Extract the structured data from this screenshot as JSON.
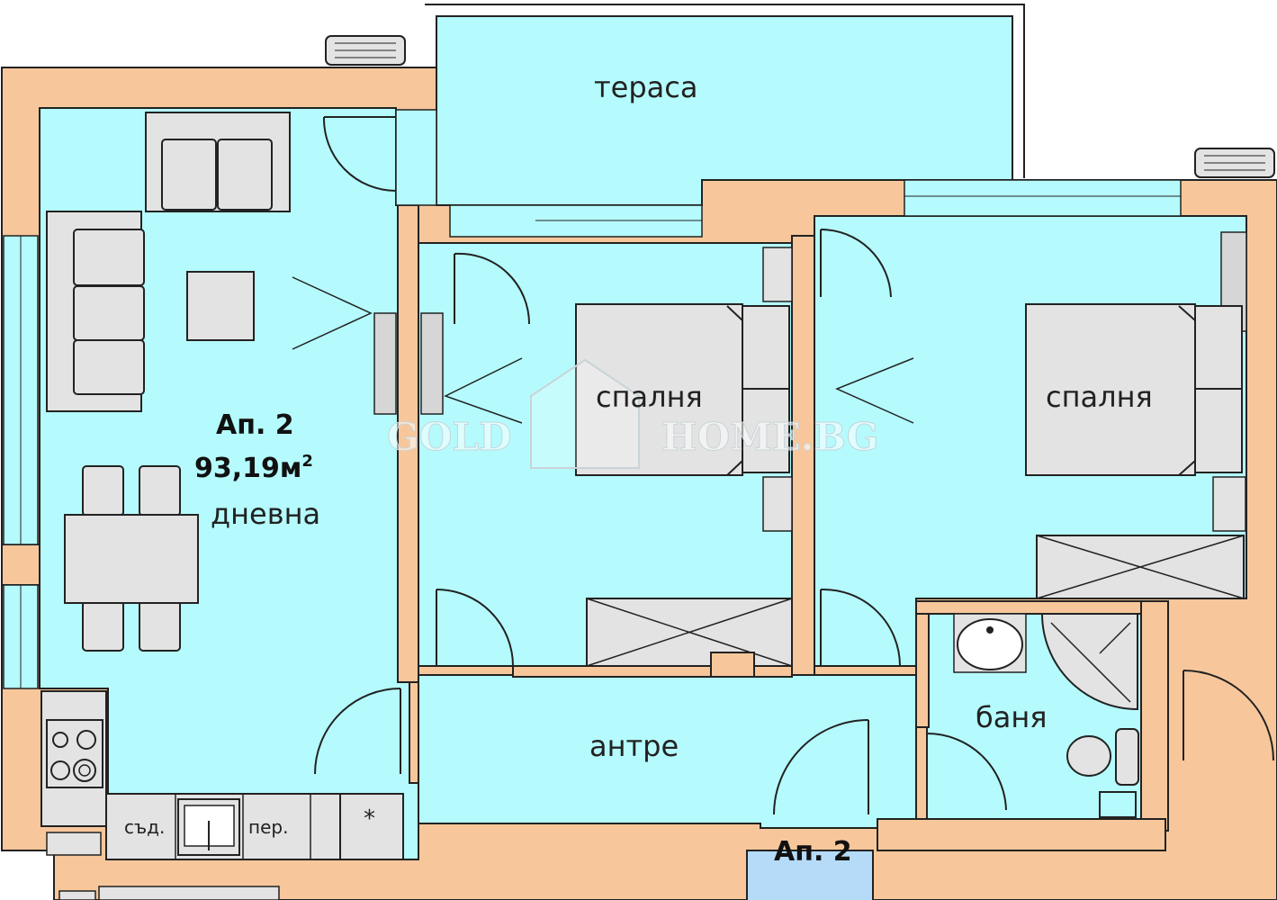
{
  "colors": {
    "wall": "#f7c79b",
    "wall_stroke": "#222222",
    "room_fill": "#b5fbfd",
    "neighbor_fill": "#b5dbf9",
    "neighbor_pink": "#f5dede",
    "furniture_fill": "#e3e3e3",
    "furniture_stroke": "#222222"
  },
  "labels": {
    "terrace": "тераса",
    "bedroom_1": "спалня",
    "bedroom_2": "спалня",
    "apartment_id": "Ап. 2",
    "apartment_area_value": "93,19м",
    "apartment_area_sup": "2",
    "living": "дневна",
    "hallway": "антре",
    "bathroom": "баня",
    "entrance_apartment": "Ап. 2",
    "dishwasher": "съд.",
    "washer": "пер.",
    "asterisk": "*"
  },
  "watermark": {
    "left": "GOLD",
    "right": "HOME.BG"
  }
}
